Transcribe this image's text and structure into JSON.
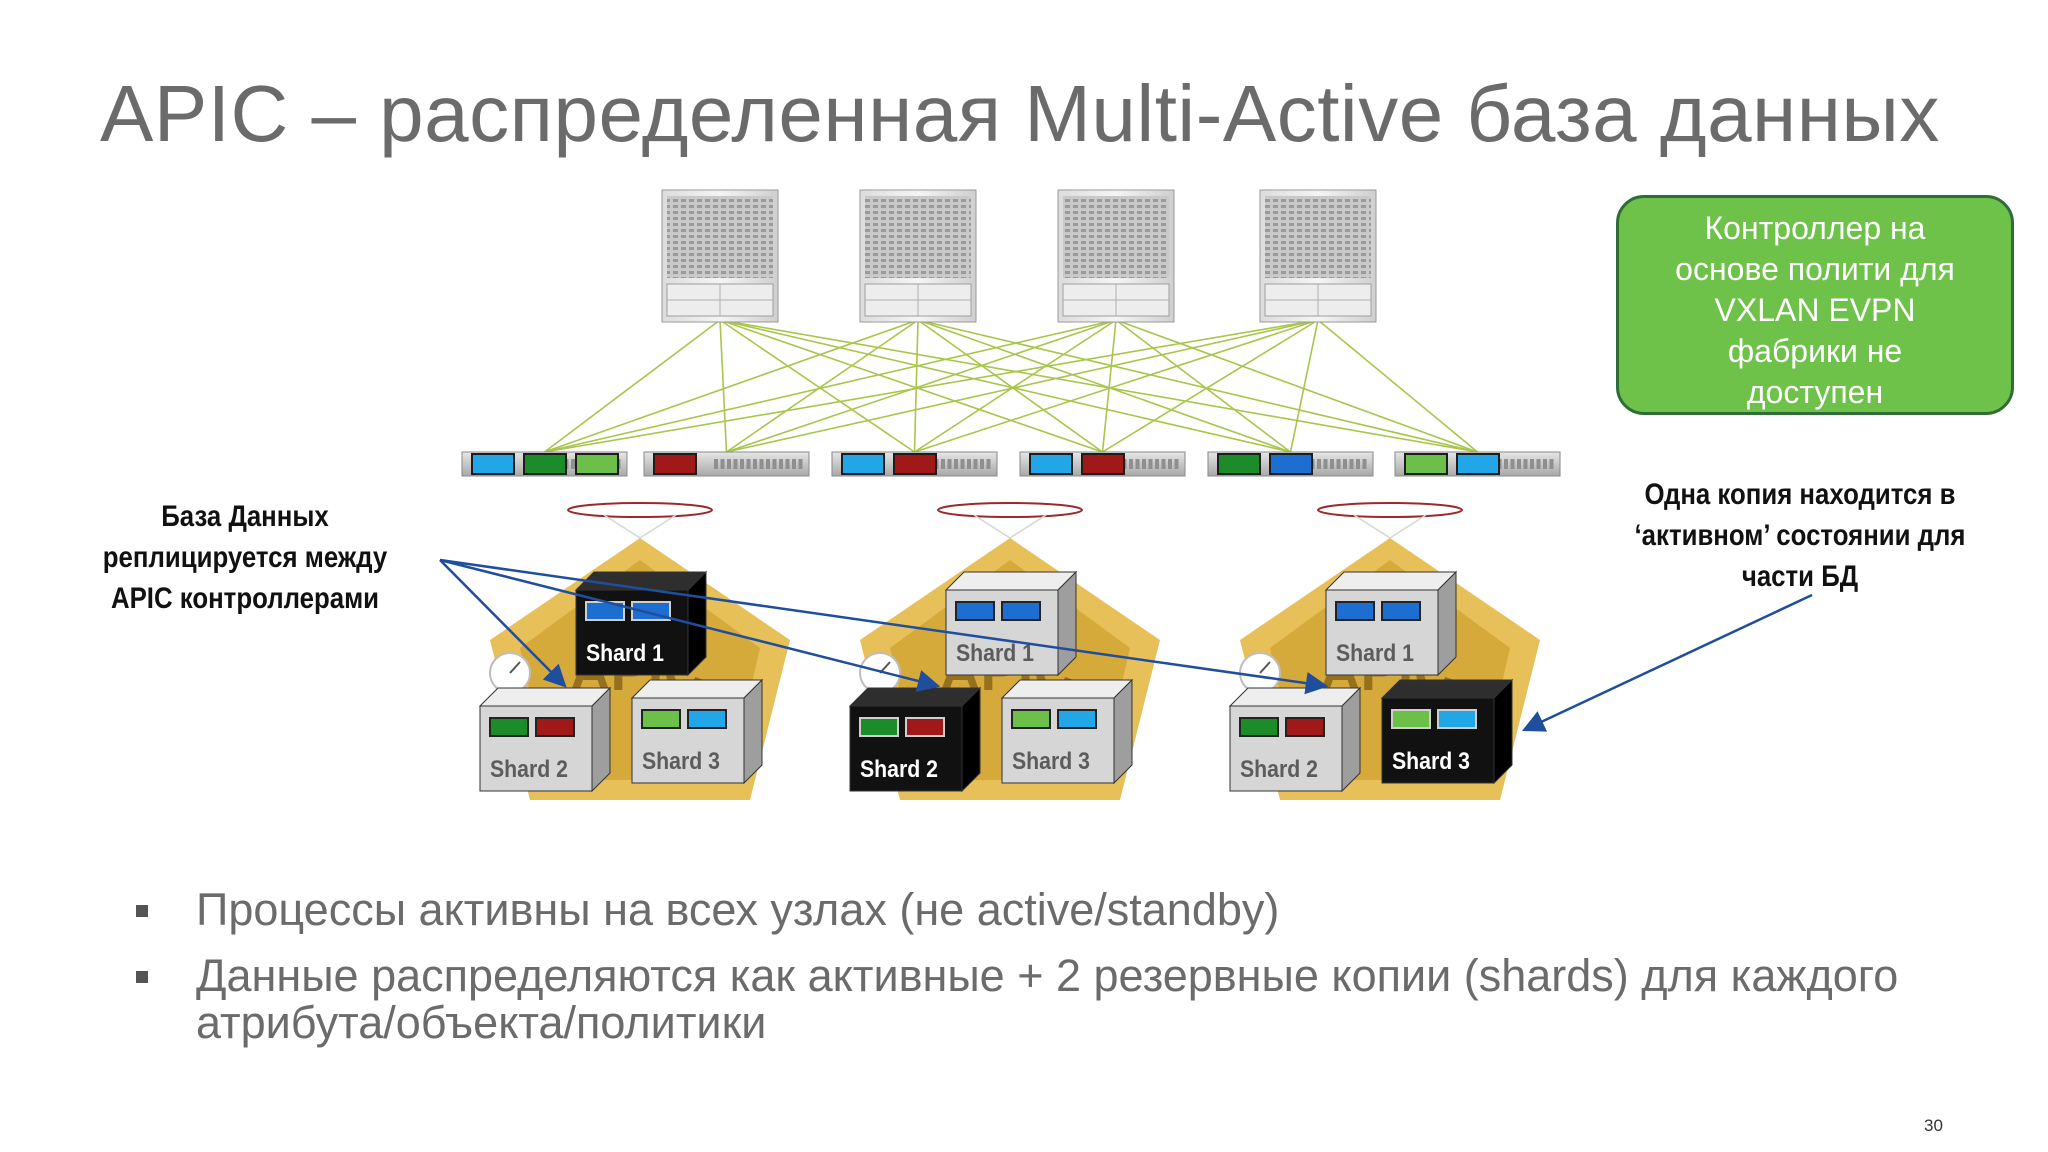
{
  "slide": {
    "title": "APIC – распределенная Multi-Active база данных",
    "page_number": "30"
  },
  "callout": {
    "lines": [
      "Контроллер на",
      "основе полити для",
      "VXLAN EVPN",
      "фабрики не",
      "доступен"
    ],
    "bg_color": "#6ec24a",
    "border_color": "#2f6d36"
  },
  "note_left": {
    "lines": [
      "База Данных",
      "реплицируется между",
      "APIC контроллерами"
    ]
  },
  "note_right": {
    "lines": [
      "Одна копия находится в",
      "‘активном’ состоянии для",
      "части БД"
    ]
  },
  "clusters": [
    {
      "background_label": "APIC",
      "shards": [
        {
          "label": "Shard 1",
          "active": true,
          "leds": [
            "blue",
            "blue"
          ]
        },
        {
          "label": "Shard 2",
          "active": false,
          "leds": [
            "green",
            "red"
          ]
        },
        {
          "label": "Shard 3",
          "active": false,
          "leds": [
            "lightgreen",
            "cyan"
          ]
        }
      ]
    },
    {
      "background_label": "APIC",
      "shards": [
        {
          "label": "Shard 1",
          "active": false,
          "leds": [
            "blue",
            "blue"
          ]
        },
        {
          "label": "Shard 2",
          "active": true,
          "leds": [
            "green",
            "red"
          ]
        },
        {
          "label": "Shard 3",
          "active": false,
          "leds": [
            "lightgreen",
            "cyan"
          ]
        }
      ]
    },
    {
      "background_label": "APIC",
      "shards": [
        {
          "label": "Shard 1",
          "active": false,
          "leds": [
            "blue",
            "blue"
          ]
        },
        {
          "label": "Shard 2",
          "active": false,
          "leds": [
            "green",
            "red"
          ]
        },
        {
          "label": "Shard 3",
          "active": true,
          "leds": [
            "lightgreen",
            "cyan"
          ]
        }
      ]
    }
  ],
  "leaf_switches": [
    {
      "ports": [
        "cyan",
        "green",
        "lightgreen"
      ]
    },
    {
      "ports": [
        "red"
      ]
    },
    {
      "ports": [
        "cyan",
        "red"
      ]
    },
    {
      "ports": [
        "cyan",
        "red"
      ]
    },
    {
      "ports": [
        "green",
        "blue"
      ]
    },
    {
      "ports": [
        "lightgreen",
        "cyan"
      ]
    }
  ],
  "spine_count": 4,
  "colors": {
    "link": "#a7c64a",
    "arrow": "#1f4e9c",
    "ring": "#9b2a2a",
    "blue": "#1c6fd1",
    "cyan": "#21a7e8",
    "green": "#1c8c2a",
    "lightgreen": "#6cc04a",
    "red": "#a11818",
    "apic_gold": "#e4b53d"
  },
  "bullets": [
    "Процессы активны на всех узлах (не active/standby)",
    "Данные распределяются как активные + 2 резервные копии (shards) для каждого атрибута/объекта/политики"
  ]
}
